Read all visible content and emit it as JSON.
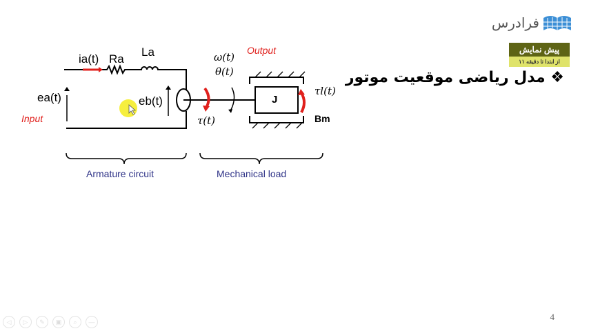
{
  "logo": {
    "text": "فرادرس"
  },
  "badge": {
    "title": "پیش نمایش",
    "subtitle": "از ابتدا تا دقیقه ۱۱"
  },
  "slide": {
    "bullet": "❖",
    "title": "مدل ریاضی موقعیت موتور",
    "page_number": "4"
  },
  "diagram": {
    "ia": "ia(t)",
    "Ra": "Ra",
    "La": "La",
    "ea": "ea(t)",
    "eb": "eb(t)",
    "input": "Input",
    "output": "Output",
    "omega": "ω(t)",
    "theta": "θ(t)",
    "tau": "τ(t)",
    "tau_l": "τl(t)",
    "J": "J",
    "Bm": "Bm",
    "armature": "Armature circuit",
    "mechanical": "Mechanical load"
  },
  "controls": [
    {
      "icon": "previous-icon",
      "glyph": "◁"
    },
    {
      "icon": "next-icon",
      "glyph": "▷"
    },
    {
      "icon": "pen-icon",
      "glyph": "✎"
    },
    {
      "icon": "slides-icon",
      "glyph": "▣"
    },
    {
      "icon": "zoom-icon",
      "glyph": "⌕"
    },
    {
      "icon": "more-icon",
      "glyph": "—"
    }
  ]
}
